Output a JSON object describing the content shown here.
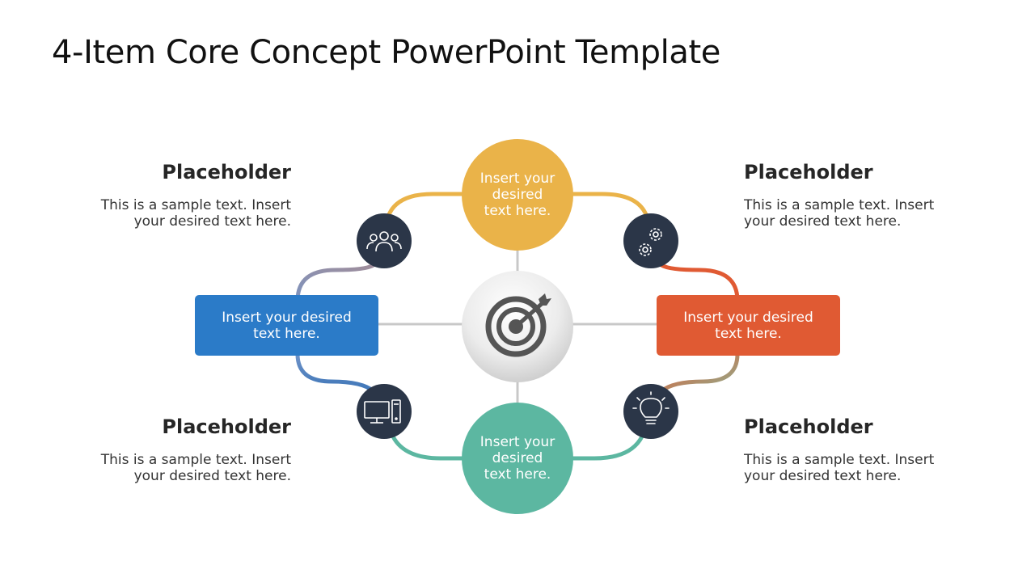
{
  "title": "4-Item Core Concept PowerPoint Template",
  "colors": {
    "yellow": "#EAB349",
    "orange": "#E05A33",
    "blue": "#2B7BC8",
    "teal": "#5CB7A1",
    "navy": "#2B3648",
    "connector_gray": "#C8C8C8"
  },
  "center": {
    "icon": "target-dart-icon"
  },
  "nodes": {
    "top": {
      "text": "Insert your desired text here."
    },
    "bottom": {
      "text": "Insert your desired text here."
    },
    "left": {
      "text": "Insert your desired text here."
    },
    "right": {
      "text": "Insert your desired text here."
    }
  },
  "icons": {
    "top_left": "people-group-icon",
    "top_right": "gears-icon",
    "bottom_left": "computer-icon",
    "bottom_right": "lightbulb-icon"
  },
  "items": [
    {
      "heading": "Placeholder",
      "text": "This is a sample text. Insert your desired text here."
    },
    {
      "heading": "Placeholder",
      "text": "This is a sample text. Insert your desired text here."
    },
    {
      "heading": "Placeholder",
      "text": "This is a sample text. Insert your desired text here."
    },
    {
      "heading": "Placeholder",
      "text": "This is a sample text. Insert your desired text here."
    }
  ]
}
